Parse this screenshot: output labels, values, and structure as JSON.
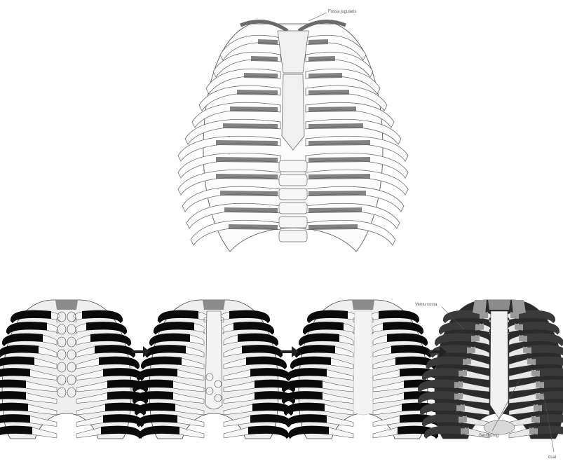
{
  "top_figure": {
    "label": "Fossa jugularis"
  },
  "stages": [
    {
      "id": "stage-1",
      "variant": "ossification-centers"
    },
    {
      "id": "stage-2",
      "variant": "partial-fusion"
    },
    {
      "id": "stage-3",
      "variant": "fused-sternum"
    },
    {
      "id": "stage-4",
      "variant": "adult-annotated",
      "labels": {
        "top": "Ventu costa",
        "bottom": "Sernburng",
        "corner": "dsal"
      }
    }
  ],
  "colors": {
    "rib_black": "#0a0a0a",
    "cartilage": "#efefef",
    "manubrium_gray": "#8c8c8c",
    "outline": "#444444",
    "engraving": "#6b6b6b",
    "adult_dark": "#3a3a3a",
    "adult_mid": "#9a9a9a"
  },
  "icons": {
    "arrow": "right-arrow-icon"
  }
}
